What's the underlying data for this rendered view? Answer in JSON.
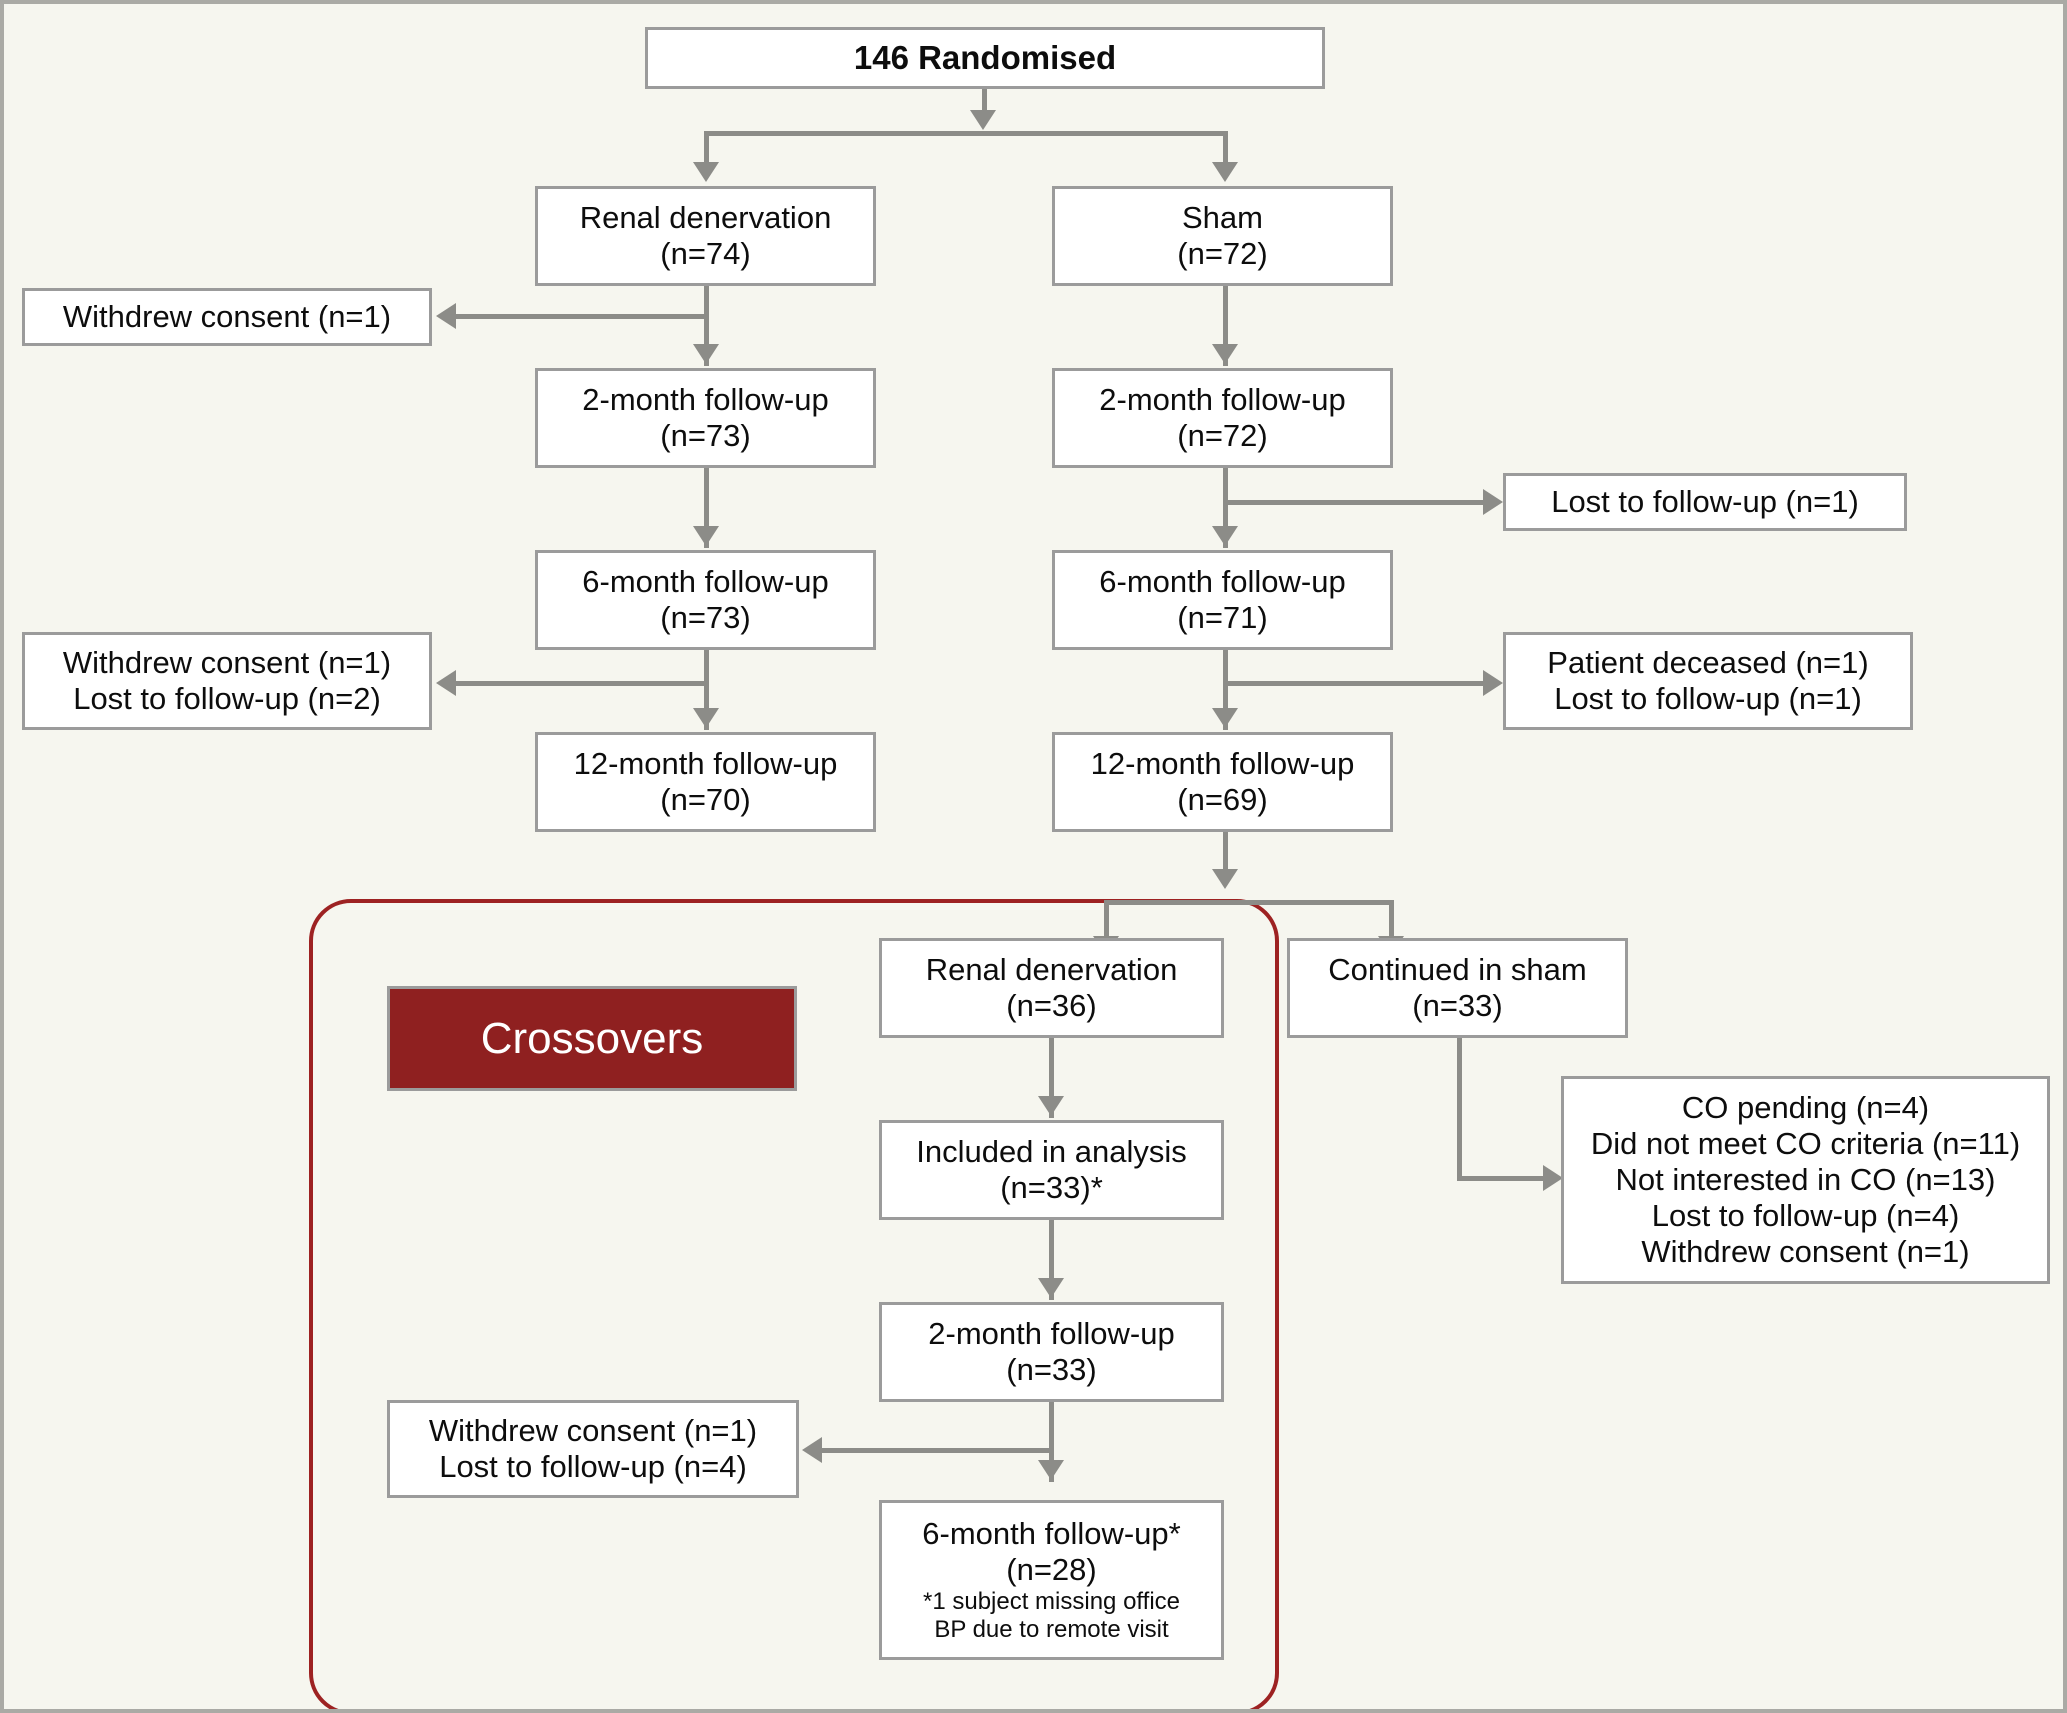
{
  "theme": {
    "background": "#f6f6ef",
    "box_border": "#9b9b9b",
    "box_fill": "#ffffff",
    "connector": "#8c8c88",
    "crossover_accent": "#9d2222",
    "banner_fill": "#8f2020",
    "banner_text": "#ffffff"
  },
  "nodes": {
    "randomised": {
      "line1": "146 Randomised"
    },
    "rdn_arm": {
      "line1": "Renal denervation",
      "line2": "(n=74)"
    },
    "sham_arm": {
      "line1": "Sham",
      "line2": "(n=72)"
    },
    "rdn_withdrew_2m": {
      "line1": "Withdrew consent (n=1)"
    },
    "rdn_2m": {
      "line1": "2-month follow-up",
      "line2": "(n=73)"
    },
    "sham_2m": {
      "line1": "2-month follow-up",
      "line2": "(n=72)"
    },
    "sham_lost_6m": {
      "line1": "Lost to follow-up (n=1)"
    },
    "rdn_6m": {
      "line1": "6-month follow-up",
      "line2": "(n=73)"
    },
    "sham_6m": {
      "line1": "6-month follow-up",
      "line2": "(n=71)"
    },
    "rdn_loss_12m": {
      "line1": "Withdrew consent (n=1)",
      "line2": "Lost to follow-up (n=2)"
    },
    "sham_loss_12m": {
      "line1": "Patient deceased (n=1)",
      "line2": "Lost to follow-up (n=1)"
    },
    "rdn_12m": {
      "line1": "12-month follow-up",
      "line2": "(n=70)"
    },
    "sham_12m": {
      "line1": "12-month follow-up",
      "line2": "(n=69)"
    },
    "co_rdn": {
      "line1": "Renal denervation",
      "line2": "(n=36)"
    },
    "co_sham": {
      "line1": "Continued in sham",
      "line2": "(n=33)"
    },
    "co_reasons": {
      "line1": "CO pending (n=4)",
      "line2": "Did not meet CO criteria (n=11)",
      "line3": "Not interested in CO (n=13)",
      "line4": "Lost to follow-up (n=4)",
      "line5": "Withdrew consent (n=1)"
    },
    "co_included": {
      "line1": "Included in analysis",
      "line2": "(n=33)*"
    },
    "co_2m": {
      "line1": "2-month follow-up",
      "line2": "(n=33)"
    },
    "co_losses": {
      "line1": "Withdrew consent (n=1)",
      "line2": "Lost to follow-up (n=4)"
    },
    "co_6m": {
      "line1": "6-month follow-up*",
      "line2": "(n=28)",
      "note1": "*1 subject missing office",
      "note2": "BP due to remote visit"
    }
  },
  "banner": {
    "label": "Crossovers"
  }
}
